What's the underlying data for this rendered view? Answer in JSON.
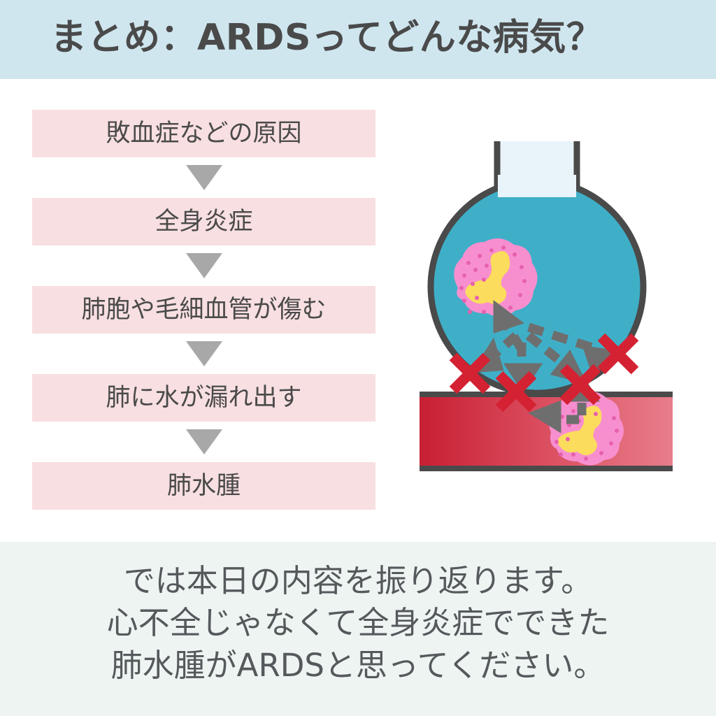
{
  "header": {
    "title": "まとめ：ARDSってどんな病気？",
    "background_color": "#cfe6ef",
    "text_color": "#4a4a4a"
  },
  "flow": {
    "box_color": "#f8dfe1",
    "arrow_color": "#a8a8a8",
    "steps": [
      {
        "label": "敗血症などの原因"
      },
      {
        "label": "全身炎症"
      },
      {
        "label": "肺胞や毛細血管が傷む"
      },
      {
        "label": "肺に水が漏れ出す"
      },
      {
        "label": "肺水腫"
      }
    ],
    "arrow_icon": "triangle-down-icon"
  },
  "illustration": {
    "name": "alveolus-capillary-diagram",
    "alveolus": {
      "fill": "#3fafc8",
      "stroke": "#4a4a4a",
      "airway_fill": "#e9f4fa"
    },
    "capillary": {
      "gradient_start": "#cf2136",
      "gradient_end": "#e87d8b",
      "stroke": "#4a4a4a"
    },
    "cells": [
      {
        "name": "immune-cell-alveolar",
        "body_fill": "#f78fcf",
        "nucleus_fill": "#fbdc5c"
      },
      {
        "name": "immune-cell-capillary",
        "body_fill": "#f78fcf",
        "nucleus_fill": "#fbdc5c"
      }
    ],
    "barrier_marks": {
      "name": "red-x-mark",
      "color": "#d42233",
      "count": 4
    },
    "flow_arrows": {
      "name": "dashed-arrow",
      "color": "#6e6e6e",
      "count": 6
    }
  },
  "caption": {
    "background_color": "#edf4f2",
    "text_color": "#55595c",
    "lines": [
      "では本日の内容を振り返ります。",
      "心不全じゃなくて全身炎症でできた",
      "肺水腫がARDSと思ってください。"
    ]
  }
}
